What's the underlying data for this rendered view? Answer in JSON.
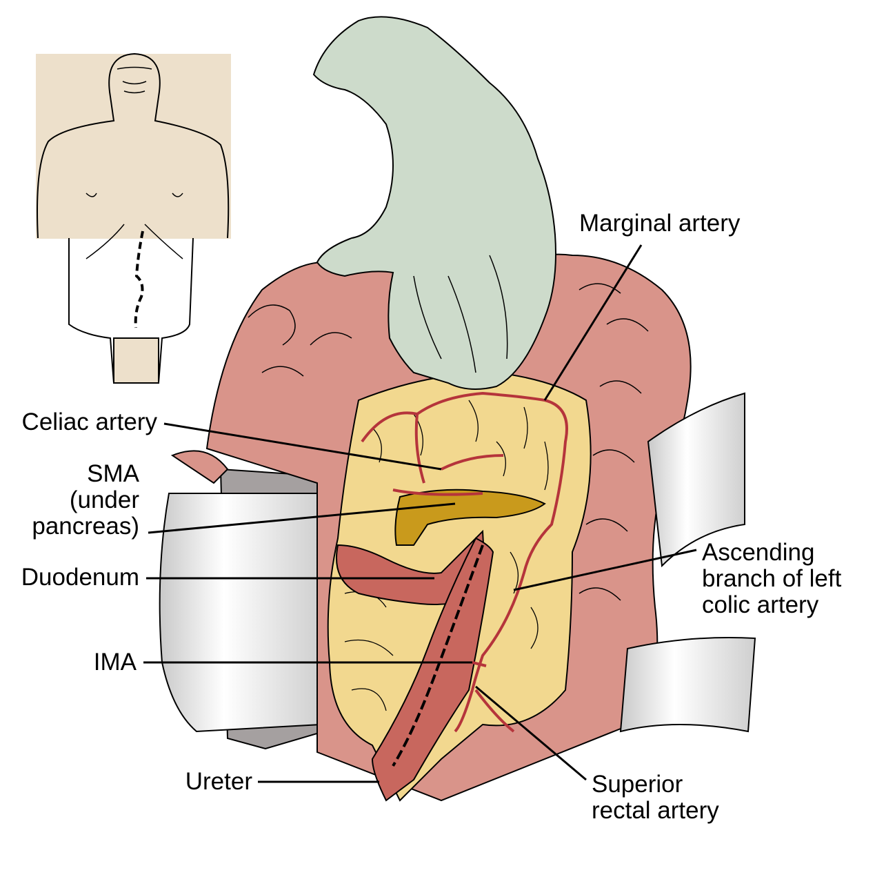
{
  "labels": {
    "marginal_artery": "Marginal artery",
    "celiac_artery": "Celiac artery",
    "sma": {
      "line1": "SMA",
      "line2": "(under",
      "line3": "pancreas)"
    },
    "duodenum": "Duodenum",
    "ima": "IMA",
    "ureter": "Ureter",
    "ascending_branch": {
      "line1": "Ascending",
      "line2": "branch of left",
      "line3": "colic artery"
    },
    "superior_rectal": {
      "line1": "Superior",
      "line2": "rectal artery"
    }
  },
  "colors": {
    "skin": "#ede0cb",
    "glove": "#cddbcb",
    "colon": "#d9948a",
    "fat": "#f2d88f",
    "artery": "#b5343b",
    "duodenum": "#c8675e",
    "pancreas": "#c99a1c",
    "retractor": "#dedede",
    "retractor_edge": "#a09a99",
    "outline": "#000000"
  }
}
